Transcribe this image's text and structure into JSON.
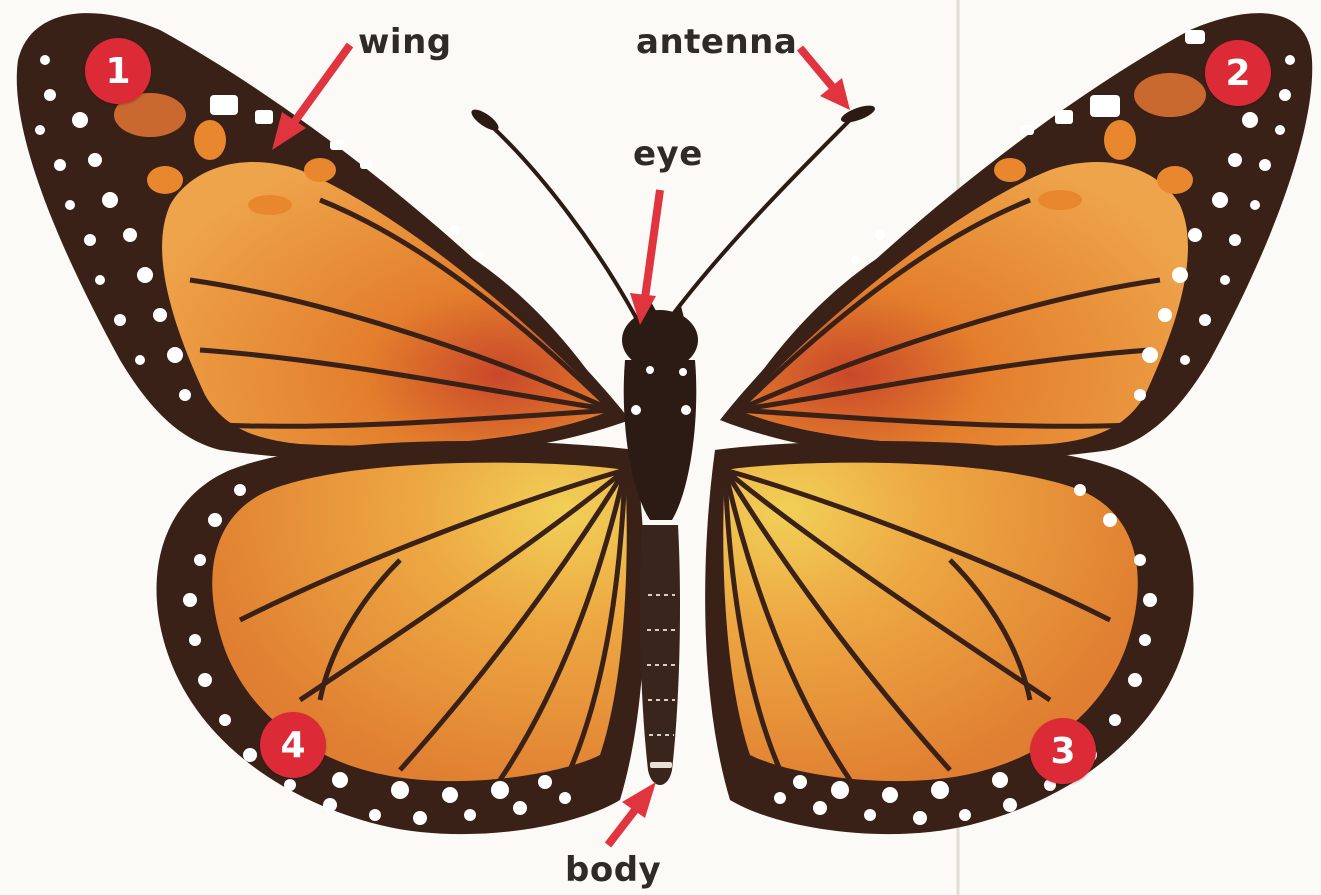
{
  "labels": {
    "wing": "wing",
    "antenna": "antenna",
    "eye": "eye",
    "body": "body"
  },
  "markers": [
    "1",
    "2",
    "3",
    "4"
  ],
  "colors": {
    "arrow": "#e0343e",
    "badge": "#dc2b37",
    "wing_orange": "#e8902e",
    "wing_border": "#3a2118",
    "spot": "#ffffff",
    "body": "#2c1a14",
    "background": "#fbfaf6"
  }
}
